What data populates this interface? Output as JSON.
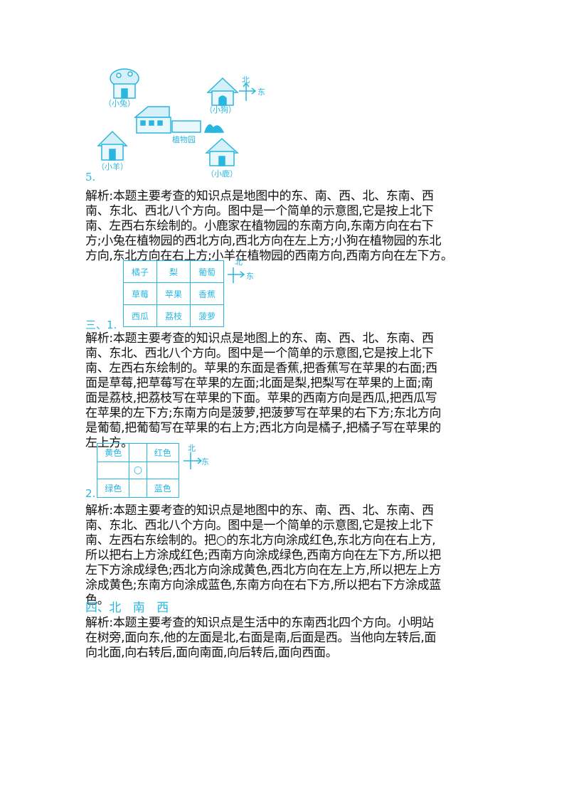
{
  "q5": {
    "number": "5.",
    "map": {
      "north": "北",
      "east": "东",
      "rabbit": "（小兔）",
      "dog": "（小狗）",
      "garden": "植物园",
      "sheep": "（小羊）",
      "deer": "（小鹿）"
    },
    "lines": [
      "解析:本题主要考查的知识点是地图中的东、南、西、北、东南、西",
      "南、东北、西北八个方向。图中是一个简单的示意图,它是按上北下",
      "南、左西右东绘制的。小鹿家在植物园的东南方向,东南方向在右下",
      "方;小兔在植物园的西北方向,西北方向在左上方;小狗在植物园的东北",
      "方向,东北方向在右上方;小羊在植物园的西南方向,西南方向在左下方。"
    ]
  },
  "s3q1": {
    "number": "三、1.",
    "grid": [
      [
        "橘子",
        "梨",
        "葡萄"
      ],
      [
        "草莓",
        "苹果",
        "香蕉"
      ],
      [
        "西瓜",
        "荔枝",
        "菠萝"
      ]
    ],
    "north": "北",
    "east": "东",
    "lines": [
      "解析:本题主要考查的知识点是地图上的东、南、西、北、东南、西",
      "南、东北、西北八个方向。图中是一个简单的示意图,它是按上北下",
      "南、左西右东绘制的。苹果的东面是香蕉,把香蕉写在苹果的右面;西",
      "面是草莓,把草莓写在苹果的左面;北面是梨,把梨写在苹果的上面;南",
      "面是荔枝,把荔枝写在苹果的下面。苹果的西南方向是西瓜,把西瓜写",
      "在苹果的左下方;东南方向是菠萝,把菠萝写在苹果的右下方;东北方向",
      "是葡萄,把葡萄写在苹果的右上方;西北方向是橘子,把橘子写在苹果的",
      "左上方。"
    ]
  },
  "s3q2": {
    "number": "2.",
    "grid": [
      [
        "黄色",
        "",
        "红色"
      ],
      [
        "",
        "○",
        ""
      ],
      [
        "绿色",
        "",
        "蓝色"
      ]
    ],
    "north": "北",
    "east": "东",
    "lines": [
      "解析:本题主要考查的知识点是地图中的东、南、西、北、东南、西",
      "南、东北、西北八个方向。图中是一个简单的示意图,它是按上北下",
      "南、左西右东绘制的。把○的东北方向涂成红色,东北方向在右上方,",
      "所以把右上方涂成红色;西南方向涂成绿色,西南方向在左下方,所以把",
      "左下方涂成绿色;西北方向涂成黄色,西北方向在左上方,所以把左上方",
      "涂成黄色;东南方向涂成蓝色,东南方向在右下方,所以把右下方涂成蓝",
      "色。"
    ]
  },
  "s4": {
    "answer": "四、北　南　西",
    "lines": [
      "解析:本题主要考查的知识点是生活中的东南西北四个方向。小明站",
      "在树旁,面向东,他的左面是北,右面是南,后面是西。当他向左转后,面",
      "向北面,向右转后,面向南面,向后转后,面向西面。"
    ]
  }
}
